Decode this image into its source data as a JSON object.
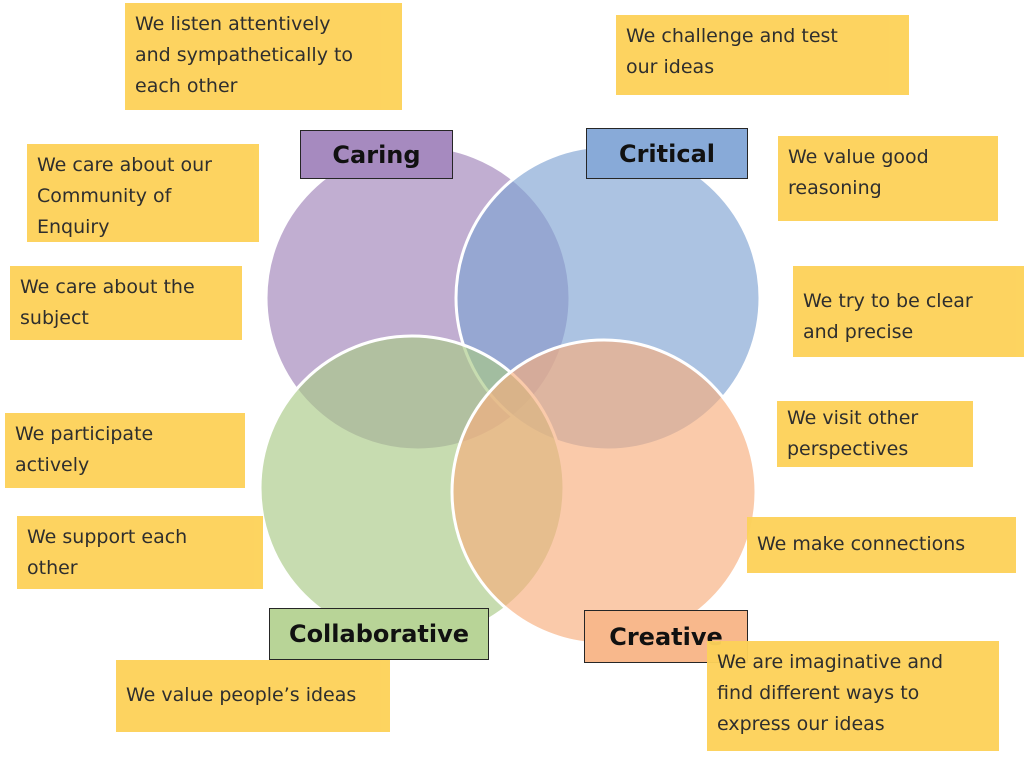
{
  "diagram": {
    "type": "venn",
    "sets": [
      {
        "name": "Caring",
        "fill": "#9f82b8",
        "label_fill": "#a68abf"
      },
      {
        "name": "Critical",
        "fill": "#7fa3d3",
        "label_fill": "#88aad8"
      },
      {
        "name": "Collaborative",
        "fill": "#a9c985",
        "label_fill": "#b8d497"
      },
      {
        "name": "Creative",
        "fill": "#f8ad7c",
        "label_fill": "#f8b88c"
      }
    ],
    "note_color": "#fdd25a"
  },
  "notes": [
    {
      "text": "We listen attentively\nand sympathetically  to\neach other",
      "set": "Caring"
    },
    {
      "text": "We care about our\nCommunity of\nEnquiry",
      "set": "Caring"
    },
    {
      "text": "We care about the\nsubject",
      "set": "Caring"
    },
    {
      "text": "We challenge and test\nour ideas",
      "set": "Critical"
    },
    {
      "text": "We value good\nreasoning",
      "set": "Critical"
    },
    {
      "text": "We try to be clear\nand precise",
      "set": "Critical"
    },
    {
      "text": "We participate\nactively",
      "set": "Collaborative"
    },
    {
      "text": "We support each\nother",
      "set": "Collaborative"
    },
    {
      "text": "We value people’s ideas",
      "set": "Collaborative"
    },
    {
      "text": "We visit other\nperspectives",
      "set": "Creative"
    },
    {
      "text": "We make connections",
      "set": "Creative"
    },
    {
      "text": "We are imaginative and\nfind different ways to\nexpress our ideas",
      "set": "Creative"
    }
  ]
}
